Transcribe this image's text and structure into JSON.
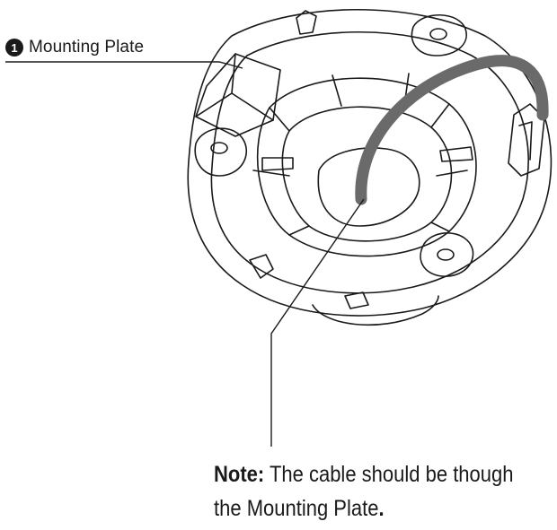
{
  "callout": {
    "number": "1",
    "label": "Mounting Plate"
  },
  "note": {
    "prefix": "Note:",
    "line1": "The cable should be though",
    "line2": "the Mounting Plate",
    "line2_end": "."
  },
  "colors": {
    "ink": "#1a1a1a",
    "cable": "#6a6a6a"
  }
}
